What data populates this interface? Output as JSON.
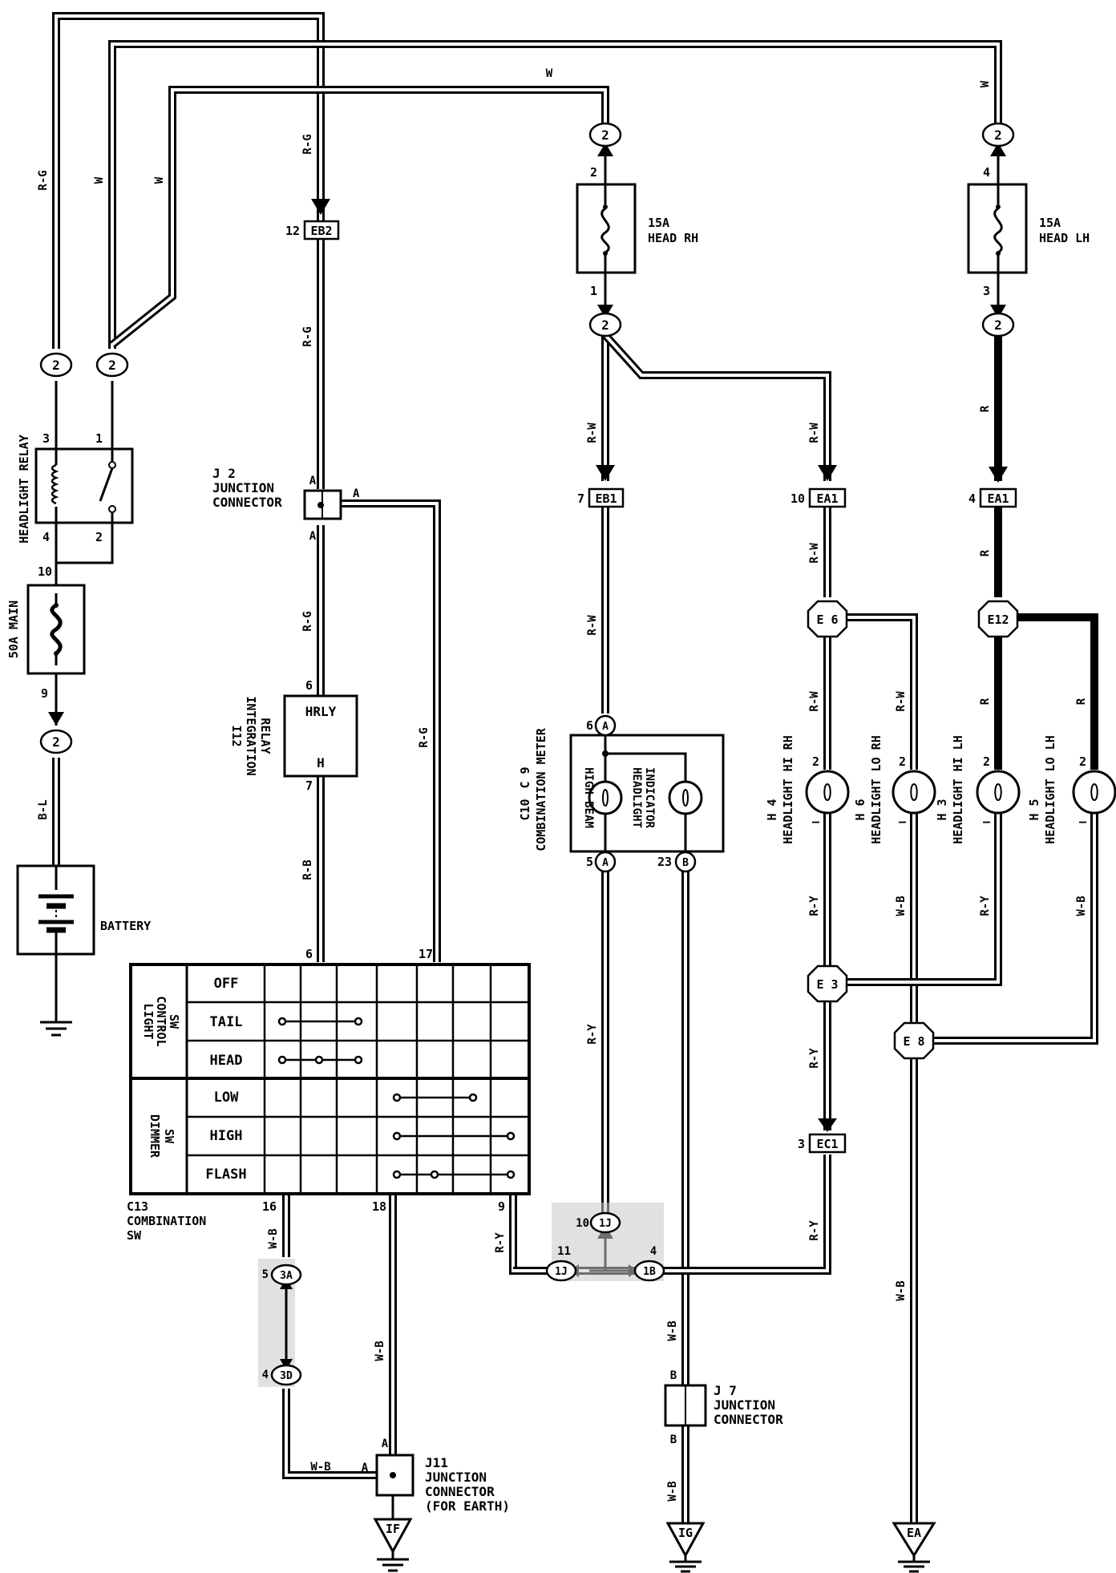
{
  "wire_colors": {
    "rg": "R-G",
    "w": "W",
    "rw": "R-W",
    "r": "R",
    "bl": "B-L",
    "rb": "R-B",
    "ry": "R-Y",
    "wb": "W-B"
  },
  "connectors": {
    "two": "2",
    "eb2": "EB2",
    "eb1": "EB1",
    "ea1": "EA1",
    "ec1": "EC1",
    "e6": "E 6",
    "e12": "E12",
    "e3": "E 3",
    "e8": "E 8",
    "a": "A",
    "b": "B",
    "c3a": "3A",
    "c3d": "3D",
    "c1j": "1J",
    "c1b": "1B"
  },
  "pins": {
    "p12": "12",
    "p7": "7",
    "p10": "10",
    "p4": "4",
    "p3": "3",
    "p1": "1",
    "p2": "2",
    "p9": "9",
    "p6": "6",
    "p5": "5",
    "p23": "23",
    "p17": "17",
    "p16": "16",
    "p18": "18",
    "p11": "11",
    "p_dash": "—"
  },
  "fuses": {
    "head_rh_amp": "15A",
    "head_rh_name": "HEAD RH",
    "head_lh_amp": "15A",
    "head_lh_name": "HEAD LH",
    "main": "50A MAIN"
  },
  "components": {
    "headlight_relay": "HEADLIGHT RELAY",
    "j2_id": "J 2",
    "j2_l1": "JUNCTION",
    "j2_l2": "CONNECTOR",
    "hrly": "HRLY",
    "h": "H",
    "i12_id": "I12",
    "i12_l1": "INTEGRATION",
    "i12_l2": "RELAY",
    "battery": "BATTERY",
    "meter_id": "C 9",
    "meter_id2": "C10",
    "meter_name": "COMBINATION METER",
    "high_beam": "HIGH BEAM",
    "hl_ind_1": "HEADLIGHT",
    "hl_ind_2": "INDICATOR",
    "h4_id": "H 4",
    "h4_name": "HEADLIGHT HI RH",
    "h6_id": "H 6",
    "h6_name": "HEADLIGHT LO RH",
    "h3_id": "H 3",
    "h3_name": "HEADLIGHT HI LH",
    "h5_id": "H 5",
    "h5_name": "HEADLIGHT LO LH",
    "c13_id": "C13",
    "c13_l1": "COMBINATION",
    "c13_l2": "SW",
    "j7_id": "J 7",
    "j7_l1": "JUNCTION",
    "j7_l2": "CONNECTOR",
    "j11_id": "J11",
    "j11_l1": "JUNCTION",
    "j11_l2": "CONNECTOR",
    "j11_l3": "(FOR EARTH)"
  },
  "switch_table": {
    "light_group": [
      "LIGHT",
      "CONTROL",
      "SW"
    ],
    "dimmer_group": [
      "DIMMER",
      "SW"
    ],
    "rows": [
      "OFF",
      "TAIL",
      "HEAD",
      "LOW",
      "HIGH",
      "FLASH"
    ]
  },
  "grounds": {
    "if": "IF",
    "ig": "IG",
    "ea": "EA"
  }
}
